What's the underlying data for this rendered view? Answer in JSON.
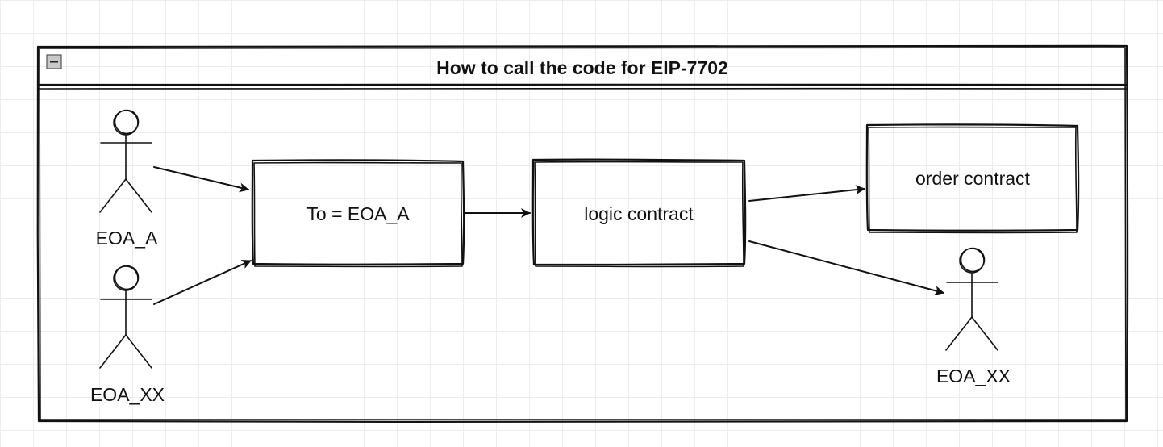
{
  "container": {
    "title": "How to call the code for EIP-7702",
    "collapse_icon": "minus-square-icon"
  },
  "boxes": {
    "to_eoa": {
      "label": "To = EOA_A"
    },
    "logic_contract": {
      "label": "logic contract"
    },
    "order_contract": {
      "label": "order contract"
    }
  },
  "actors": {
    "eoa_a": {
      "label": "EOA_A",
      "icon": "stick-figure-icon"
    },
    "eoa_xx_left": {
      "label": "EOA_XX",
      "icon": "stick-figure-icon"
    },
    "eoa_xx_right": {
      "label": "EOA_XX",
      "icon": "stick-figure-icon"
    }
  },
  "colors": {
    "stroke": "#111111",
    "collapse_fill": "#c8c8c8",
    "grid": "#ededed"
  }
}
